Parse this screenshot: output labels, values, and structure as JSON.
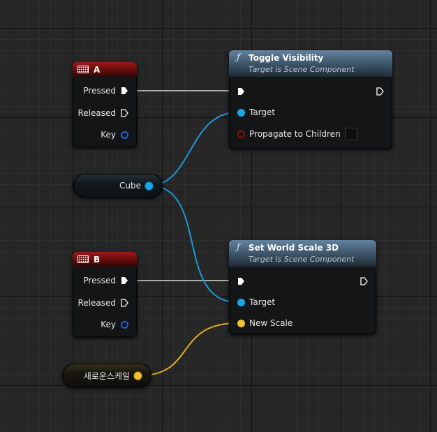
{
  "event_a": {
    "key_name": "A",
    "pins": [
      "Pressed",
      "Released",
      "Key"
    ]
  },
  "event_b": {
    "key_name": "B",
    "pins": [
      "Pressed",
      "Released",
      "Key"
    ]
  },
  "cube_var": {
    "label": "Cube"
  },
  "scale_var": {
    "label": "새로운스케일"
  },
  "toggle_visibility": {
    "title": "Toggle Visibility",
    "subtitle": "Target is Scene Component",
    "pins": [
      "Target",
      "Propagate to Children"
    ]
  },
  "set_world_scale": {
    "title": "Set World Scale 3D",
    "subtitle": "Target is Scene Component",
    "pins": [
      "Target",
      "New Scale"
    ]
  },
  "icons": {
    "function": "function-icon",
    "keyboard": "keyboard-icon",
    "exec": "exec-pin-icon",
    "object_pin": "object-pin-icon",
    "vector_pin": "vector-pin-icon"
  },
  "colors": {
    "object_pin": "#1aa6e8",
    "vector_pin": "#f2c12e",
    "bool_pin": "#8c0d0d",
    "exec_wire": "#e6e6e6",
    "event_header": "#a11717",
    "function_header": "#62839f"
  }
}
